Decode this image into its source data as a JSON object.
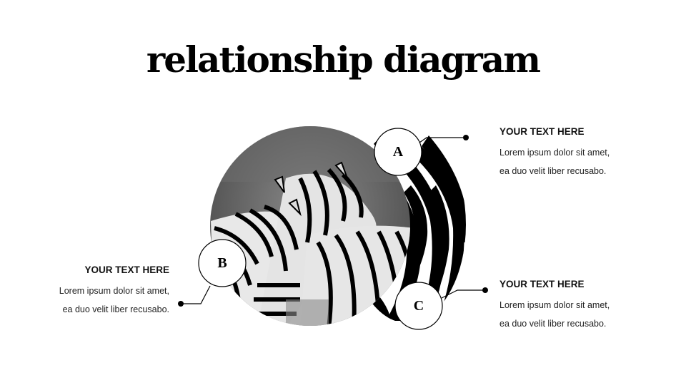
{
  "title": "relationship diagram",
  "nodes": [
    {
      "letter": "A",
      "heading": "YOUR TEXT HERE",
      "body_line1": "Lorem ipsum dolor sit amet,",
      "body_line2": "ea duo velit liber recusabo."
    },
    {
      "letter": "B",
      "heading": "YOUR TEXT HERE",
      "body_line1": "Lorem ipsum dolor sit amet,",
      "body_line2": "ea duo velit liber recusabo."
    },
    {
      "letter": "C",
      "heading": "YOUR TEXT HERE",
      "body_line1": "Lorem ipsum dolor sit amet,",
      "body_line2": "ea duo velit liber recusabo."
    }
  ],
  "image": {
    "subject": "zebra-herd-photo",
    "style": "grayscale"
  },
  "colors": {
    "background": "#ffffff",
    "text": "#000000",
    "line": "#000000"
  }
}
